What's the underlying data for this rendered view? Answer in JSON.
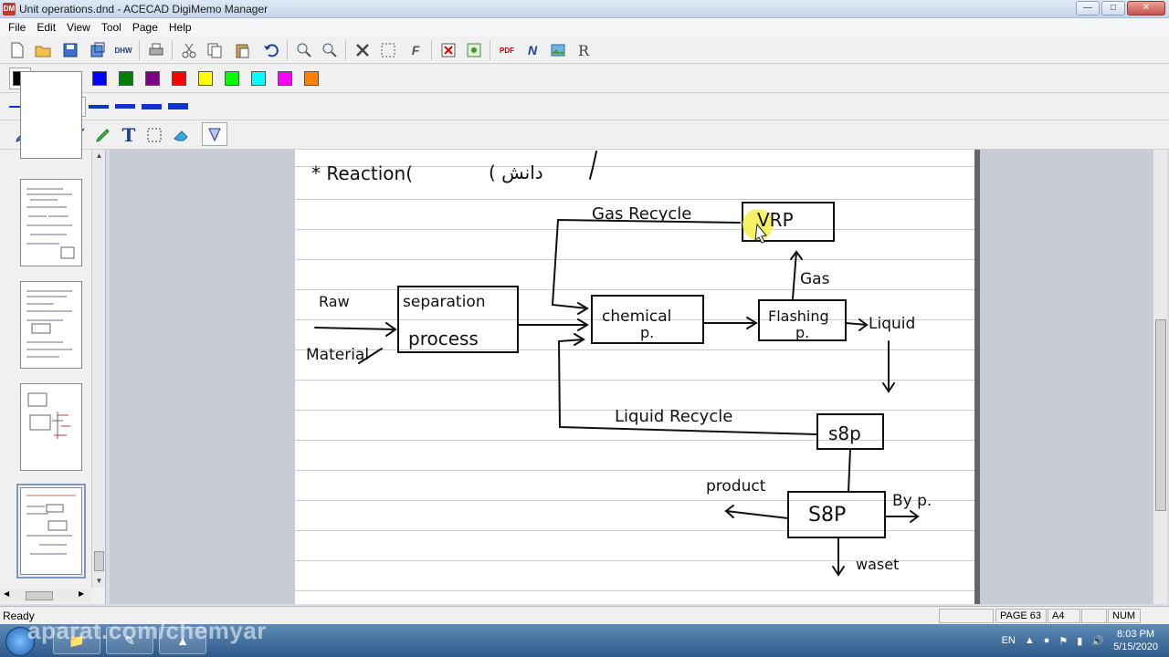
{
  "window": {
    "title": "Unit operations.dnd - ACECAD DigiMemo Manager",
    "app_icon": "DM"
  },
  "menu": [
    "File",
    "Edit",
    "View",
    "Tool",
    "Page",
    "Help"
  ],
  "toolbar_icons": [
    "new-icon",
    "open-icon",
    "save-icon",
    "save-as-icon",
    "dhw-icon",
    "print-icon",
    "cut-icon",
    "copy-icon",
    "paste-icon",
    "undo-icon",
    "zoom-in-icon",
    "zoom-out-icon",
    "delete-icon",
    "fit-icon",
    "font-icon",
    "close-doc-icon",
    "settings-icon",
    "pdf-icon",
    "word-icon",
    "image-icon",
    "recognize-icon"
  ],
  "toolbar_labels": {
    "dhw": "DHW",
    "pdf": "PDF",
    "r": "R"
  },
  "colors": [
    "#000000",
    "#808080",
    "#00007f",
    "#0000ff",
    "#008000",
    "#800080",
    "#ff0000",
    "#ffff00",
    "#00ff00",
    "#00ffff",
    "#ff00ff",
    "#ff8000"
  ],
  "pen_tools": [
    "pen-icon",
    "highlighter-icon",
    "line-icon",
    "marker-icon",
    "text-icon",
    "select-icon",
    "eraser-icon",
    "lasso-icon"
  ],
  "text_tool_label": "T",
  "note": {
    "reaction_label": "* Reaction(",
    "persian_text": "( دانش",
    "raw_label": "Raw",
    "material_label": "Material",
    "separation_label": "separation",
    "process_label": "process",
    "gas_recycle_label": "Gas Recycle",
    "vrp_label": "VRP",
    "gas_label": "Gas",
    "chemical_label": "chemical",
    "chemical_p_label": "p.",
    "flashing_label": "Flashing",
    "flashing_p_label": "p.",
    "liquid_label": "Liquid",
    "liquid_recycle_label": "Liquid Recycle",
    "s8p_label": "s8p",
    "s8p2_label": "S8P",
    "product_label": "product",
    "byp_label": "By p.",
    "waste_label": "waset"
  },
  "status": {
    "ready": "Ready",
    "page": "PAGE 63",
    "paper": "A4",
    "num": "NUM"
  },
  "taskbar": {
    "watermark": "aparat.com/chemyar",
    "lang": "EN",
    "time": "8:03 PM",
    "date": "5/15/2020"
  }
}
